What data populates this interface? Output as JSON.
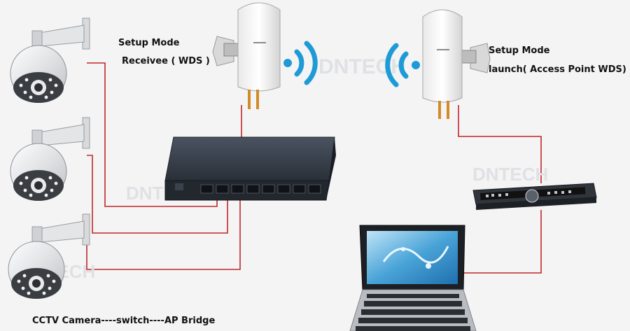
{
  "labels": {
    "receiver_title": "Setup Mode",
    "receiver_mode": "Receivee ( WDS )",
    "launcher_title": "Setup Mode",
    "launcher_mode": "launch( Access Point WDS)",
    "caption": "CCTV Camera----switch----AP Bridge"
  },
  "watermark": "DNTECH",
  "colors": {
    "cable": "#c0272d",
    "wifi": "#1e9bd7",
    "background": "#f4f4f4"
  }
}
